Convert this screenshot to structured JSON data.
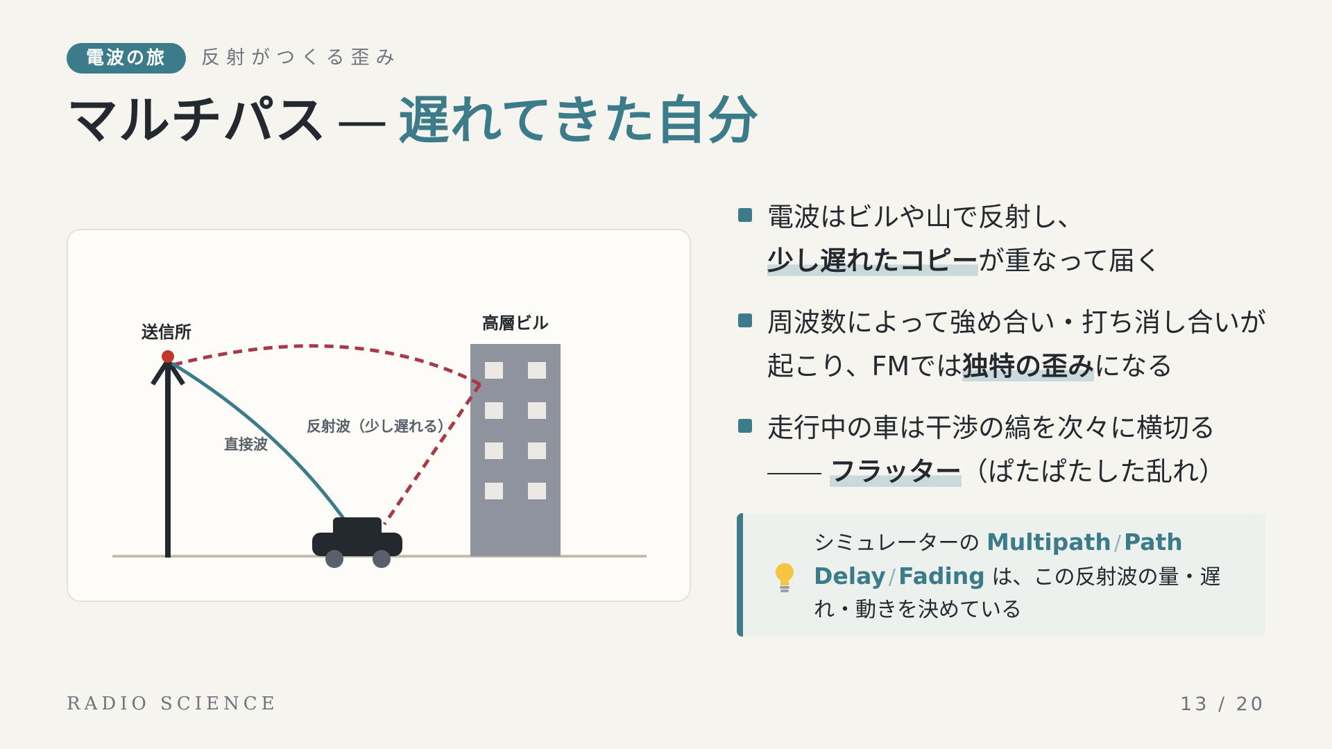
{
  "header": {
    "tag": "電波の旅",
    "subtitle": "反射がつくる歪み",
    "title_main": "マルチパス",
    "title_dash": "—",
    "title_accent": "遅れてきた自分"
  },
  "diagram": {
    "label_transmitter": "送信所",
    "label_building": "高層ビル",
    "label_direct": "直接波",
    "label_reflected": "反射波（少し遅れる）"
  },
  "bullets": [
    {
      "line1": "電波はビルや山で反射し、",
      "line2_hl": "少し遅れたコピー",
      "line2_rest": "が重なって届く"
    },
    {
      "line1": "周波数によって強め合い・打ち消し合いが",
      "line2_pre": "起こり、FMでは",
      "line2_hl": "独特の歪み",
      "line2_rest": "になる"
    },
    {
      "line1": "走行中の車は干渉の縞を次々に横切る",
      "line2_hl": "フラッター",
      "line2_rest": "（ぱたぱたした乱れ）"
    }
  ],
  "tip": {
    "pre": "シミュレーターの",
    "term1": "Multipath",
    "sep": "/",
    "term2": "Path Delay",
    "term3": "Fading",
    "post": "は、この反射波の量・遅れ・動きを決めている",
    "icon": "lightbulb-icon"
  },
  "footer": {
    "left": "RADIO SCIENCE",
    "right": "13 / 20"
  },
  "colors": {
    "accent": "#3b7b8a",
    "reflected": "#a83a48",
    "transmitter_dot": "#c0392b",
    "building": "#8e939e"
  }
}
